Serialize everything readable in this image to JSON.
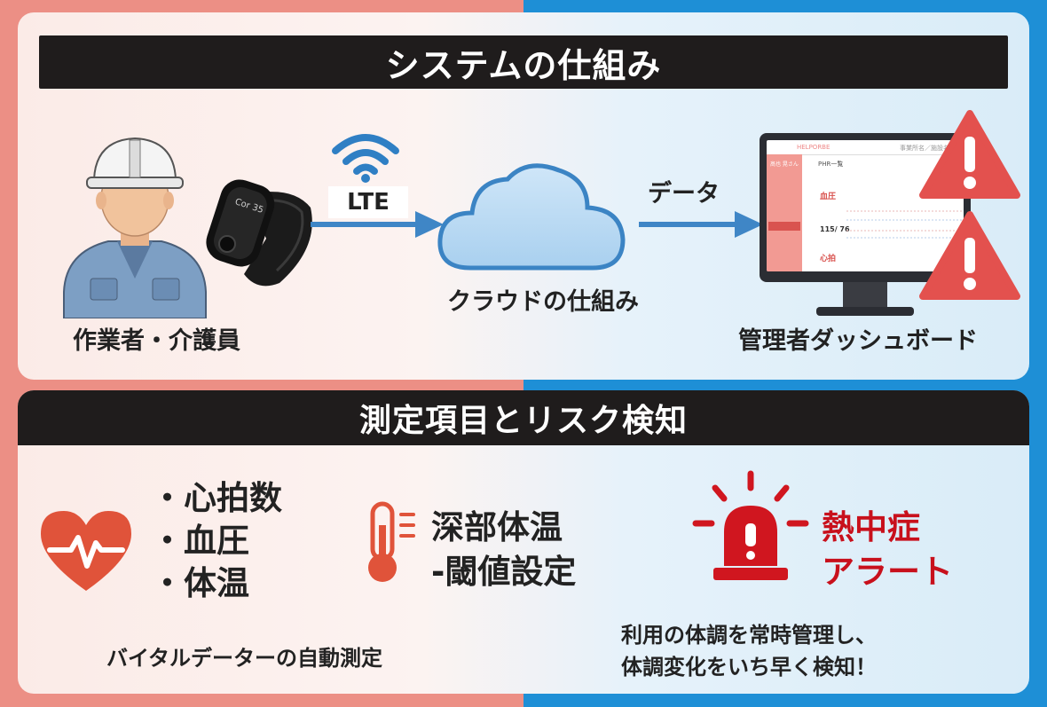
{
  "system": {
    "title": "システムの仕組み",
    "worker_label": "作業者・介護員",
    "device_screen_text": "Cor 35",
    "lte_label": "LTE",
    "cloud_label": "クラウドの仕組み",
    "data_label": "データ",
    "dashboard_label": "管理者ダッシュボード",
    "dashboard": {
      "brand": "HELPORBE",
      "header_right": "事業所名／施設名",
      "dropdown": "PHR一覧",
      "user_name": "髙也 晃さん",
      "section_bp": "血圧",
      "bp_value": "115/ 76",
      "section_hr": "心拍"
    }
  },
  "measurement": {
    "title": "測定項目とリスク検知",
    "items": [
      "・心拍数",
      "・血圧",
      "・体温"
    ],
    "caption_left": "バイタルデーターの自動測定",
    "core_temp_line1": "深部体温",
    "core_temp_line2": "-閾値設定",
    "alert_line1": "熱中症",
    "alert_line2": "アラート",
    "caption_right_line1": "利用の体調を常時管理し、",
    "caption_right_line2": "体調変化をいち早く検知！"
  },
  "colors": {
    "left_frame": "#ec8f85",
    "right_frame": "#1e8fd6",
    "bar": "#1f1c1c",
    "arrow": "#3f86c6",
    "warning": "#e3514e",
    "alert_red": "#c8101c",
    "icon_red": "#e0533a"
  },
  "icons": [
    "worker-icon",
    "wristband-icon",
    "wifi-icon",
    "arrow-icon",
    "cloud-icon",
    "monitor-icon",
    "warning-icon",
    "heart-pulse-icon",
    "thermometer-icon",
    "alarm-light-icon"
  ]
}
